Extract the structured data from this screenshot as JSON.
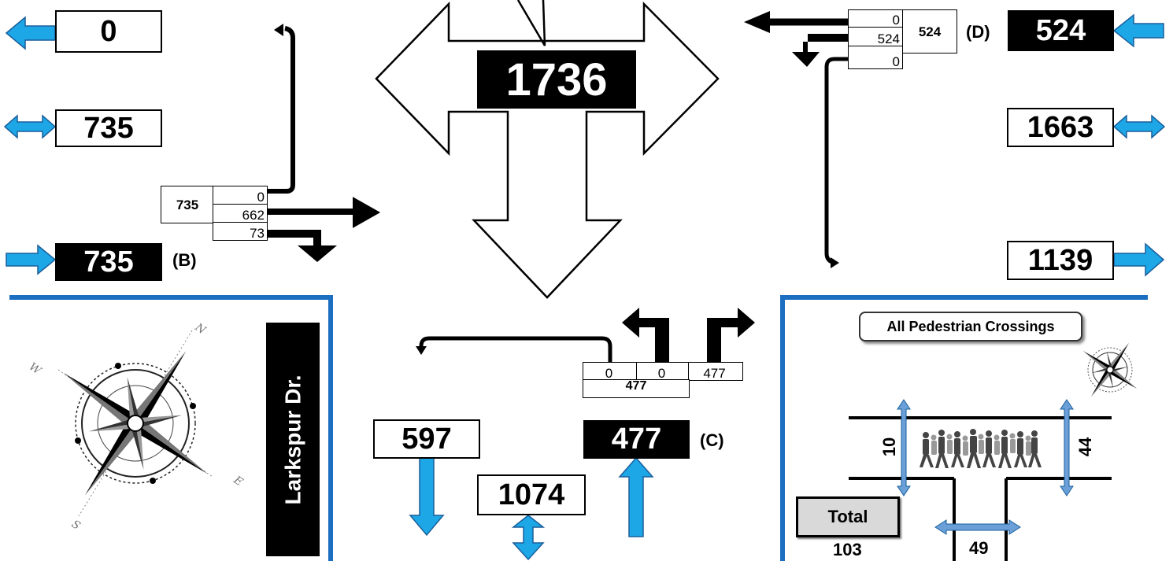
{
  "colors": {
    "arrow_blue": "#1ea7e6",
    "frame_blue": "#1c6fc0",
    "black": "#000000",
    "white": "#ffffff",
    "total_fill": "#d9d9d9"
  },
  "center": {
    "total": "1736"
  },
  "west": {
    "out_total": "0",
    "two_way_total": "735",
    "in_total": "735",
    "approach_label": "(B)",
    "table_total": "735",
    "movements": [
      "0",
      "662",
      "73"
    ]
  },
  "east": {
    "approach_label": "(D)",
    "in_total": "524",
    "table_total": "524",
    "movements": [
      "0",
      "524",
      "0"
    ],
    "two_way_total": "1663",
    "out_total": "1139"
  },
  "south": {
    "approach_label": "(C)",
    "in_total": "477",
    "movements": [
      "0",
      "0",
      "477"
    ],
    "table_total": "477",
    "out_total": "597",
    "two_way_total": "1074"
  },
  "street_name": "Larkspur Dr.",
  "pedestrian": {
    "title": "All Pedestrian Crossings",
    "west_leg": "10",
    "east_leg": "44",
    "south_leg": "49",
    "total_label": "Total",
    "total_value": "103"
  },
  "compass": {
    "north": "N",
    "south": "S",
    "east": "E",
    "west": "W"
  },
  "icons": [
    "compass-rose-icon",
    "small-compass-icon",
    "pedestrians-crowd-icon"
  ]
}
